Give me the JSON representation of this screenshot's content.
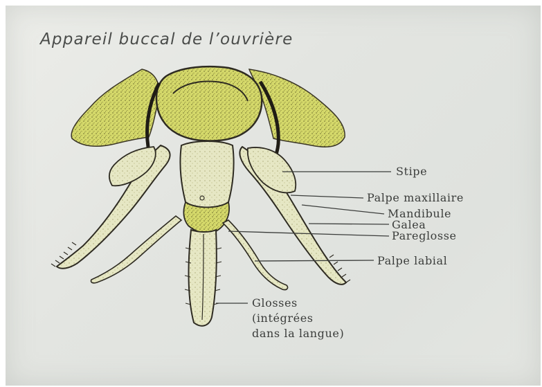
{
  "title": "Appareil buccal de l’ouvrière",
  "labels": {
    "stipe": "Stipe",
    "palpe_maxillaire": "Palpe maxillaire",
    "mandibule": "Mandibule",
    "galea": "Galea",
    "pareglosse": "Pareglosse",
    "palpe_labial": "Palpe labial",
    "glosses_line1": "Glosses",
    "glosses_line2": "(intégrées",
    "glosses_line3": "dans la langue)"
  },
  "colors": {
    "paper": "#e4e6e2",
    "highlight": "#d9dd66",
    "ink": "#2e2b22",
    "text": "#3b3d3b"
  }
}
